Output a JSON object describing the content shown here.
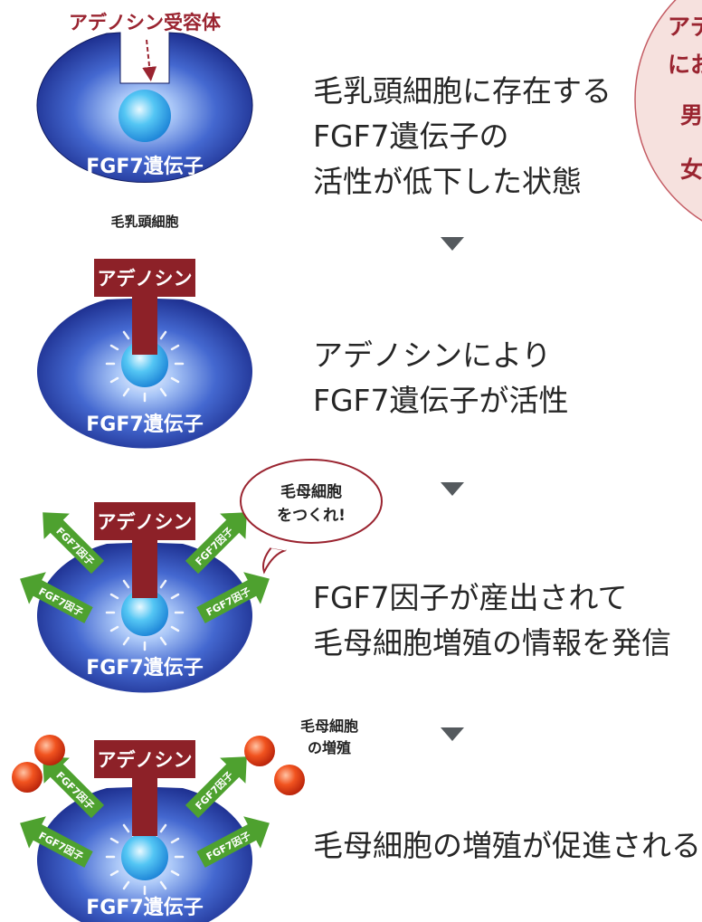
{
  "receptor_label": "アデノシン受容体",
  "papilla_label": "毛乳頭細胞",
  "gene_label": "FGF7遺伝子",
  "adenosine_label": "アデノシン",
  "factor_label": "FGF7因子",
  "speech_bubble": [
    "毛母細胞",
    "をつくれ!"
  ],
  "proliferation_label": [
    "毛母細胞",
    "の増殖"
  ],
  "corner_note": [
    "アデ",
    "にお",
    "男",
    "女"
  ],
  "steps": [
    {
      "lines": [
        "毛乳頭細胞に存在する",
        "FGF7遺伝子の",
        "活性が低下した状態"
      ]
    },
    {
      "lines": [
        "アデノシンにより",
        "FGF7遺伝子が活性"
      ]
    },
    {
      "lines": [
        "FGF7因子が産出されて",
        "毛母細胞増殖の情報を発信"
      ]
    },
    {
      "lines": [
        "毛母細胞の増殖が促進される"
      ]
    }
  ],
  "colors": {
    "cell_dark": "#13207e",
    "cell_light": "#6a94e2",
    "adenosine": "#8d2128",
    "arrow_green": "#4ea12f",
    "text_red": "#9a2430",
    "hair_cell": "#e3381a",
    "corner_fill": "#f6e1de"
  }
}
